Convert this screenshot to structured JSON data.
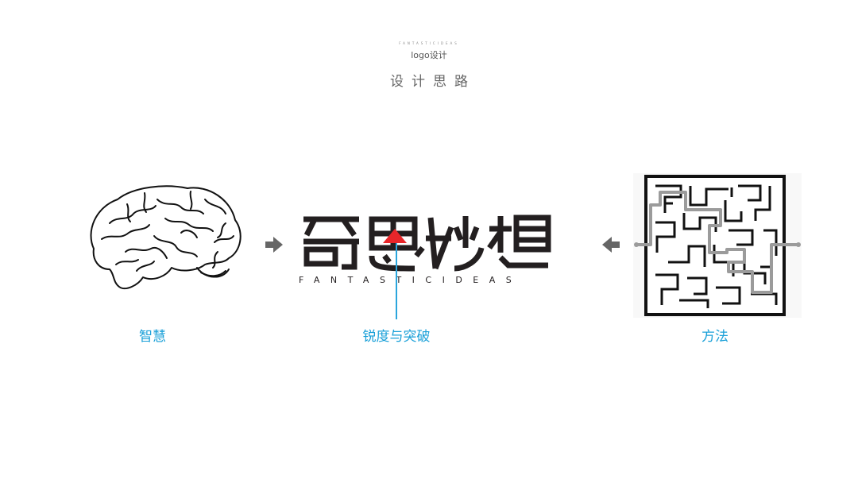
{
  "header": {
    "tagline": "FANTASTICIDEAS",
    "subtitle": "logo设计",
    "title": "设计思路"
  },
  "captions": {
    "left": "智慧",
    "center": "锐度与突破",
    "right": "方法"
  },
  "logo": {
    "chinese_text": "奇思妙想",
    "english_text": "FANTASTICIDEAS"
  },
  "colors": {
    "accent": "#1aa0d8",
    "logo": "#231f20",
    "highlight_triangle": "#e8262a",
    "arrow": "#666666"
  },
  "icons": {
    "left_image": "brain-illustration",
    "right_image": "maze-illustration",
    "arrows": "arrow-right-icon"
  }
}
